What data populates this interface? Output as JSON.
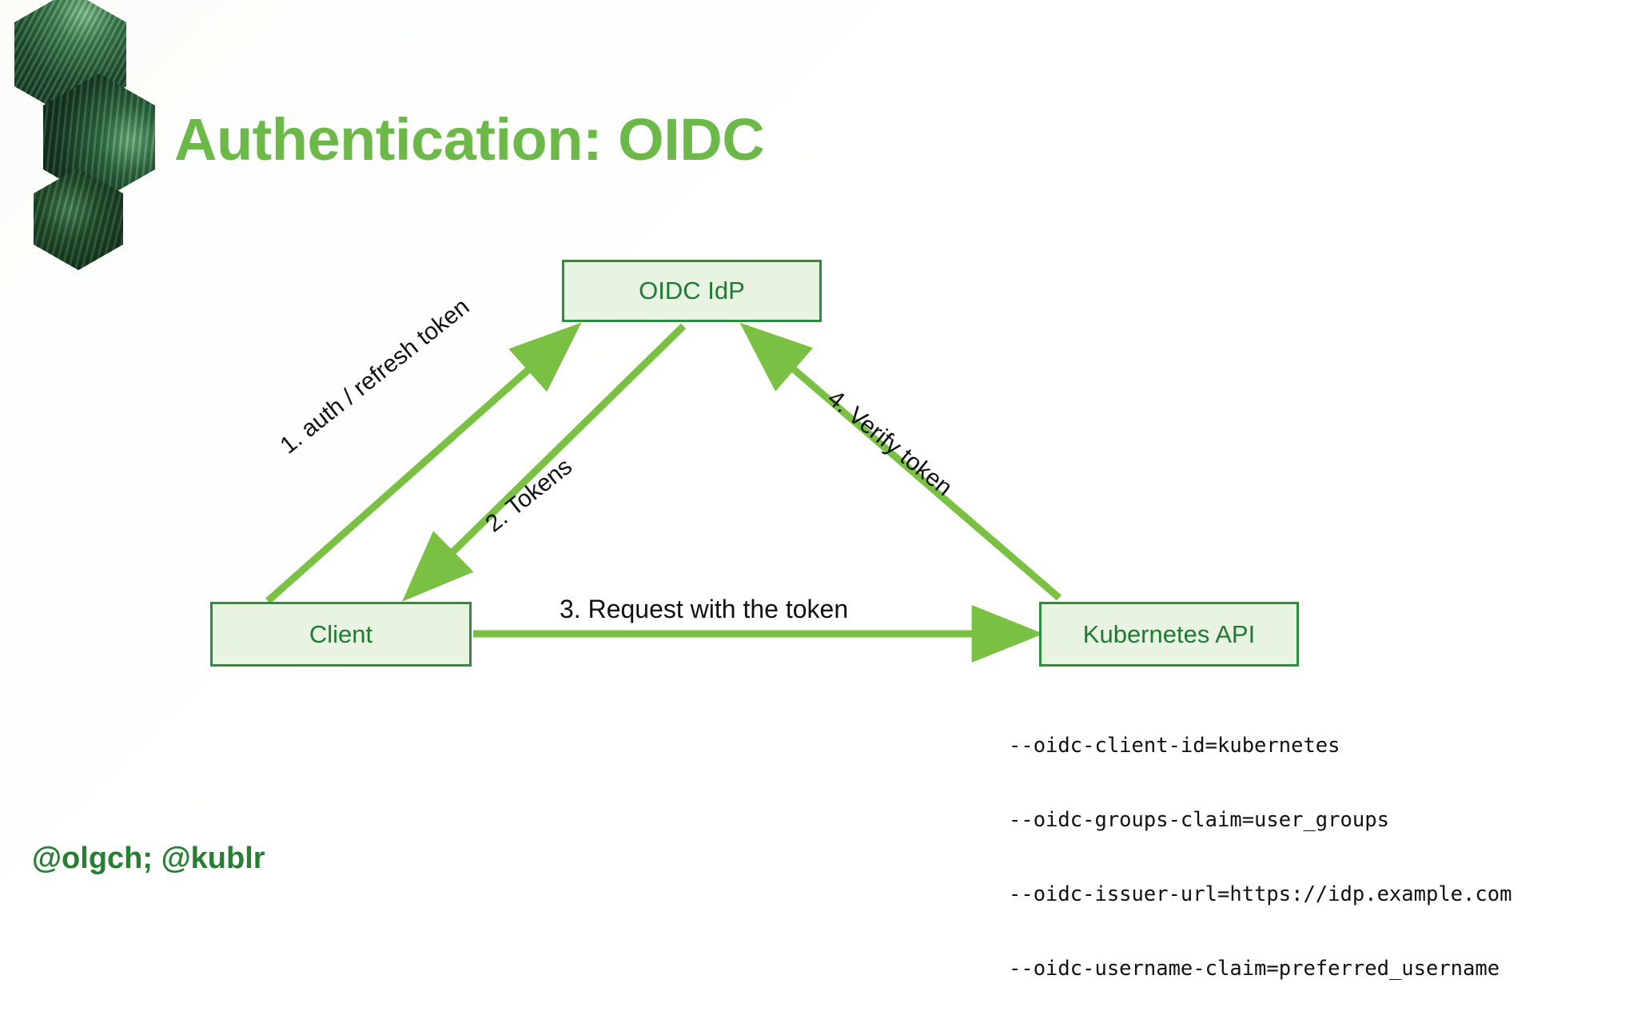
{
  "slide": {
    "title": "Authentication: OIDC",
    "footer": "@olgch; @kublr",
    "title_color": "#6cb94a",
    "footer_color": "#287f33",
    "background_color": "#ffffff"
  },
  "logo": {
    "name": "kublr-hexagon-logo",
    "hexagons": 3,
    "color": "#1f5130"
  },
  "diagram": {
    "node_fill": "#e8f3e2",
    "node_border": "#2e8b41",
    "node_text_color": "#1f7a34",
    "arrow_color": "#7ac143",
    "nodes": [
      {
        "id": "idp",
        "label": "OIDC IdP"
      },
      {
        "id": "client",
        "label": "Client"
      },
      {
        "id": "kube",
        "label": "Kubernetes API"
      }
    ],
    "edges": [
      {
        "id": "e1",
        "label": "1. auth / refresh token",
        "from": "client",
        "to": "idp",
        "direction": "up-right"
      },
      {
        "id": "e2",
        "label": "2. Tokens",
        "from": "idp",
        "to": "client",
        "direction": "down-left"
      },
      {
        "id": "e3",
        "label": "3. Request with the token",
        "from": "client",
        "to": "kube",
        "direction": "right"
      },
      {
        "id": "e4",
        "label": "4. Verify token",
        "from": "kube",
        "to": "idp",
        "direction": "up-left"
      }
    ]
  },
  "kube_api_flags": {
    "lines": [
      "--oidc-client-id=kubernetes",
      "--oidc-groups-claim=user_groups",
      "--oidc-issuer-url=https://idp.example.com",
      "--oidc-username-claim=preferred_username"
    ],
    "line_0": "--oidc-client-id=kubernetes",
    "line_1": "--oidc-groups-claim=user_groups",
    "line_2": "--oidc-issuer-url=https://idp.example.com",
    "line_3": "--oidc-username-claim=preferred_username"
  }
}
